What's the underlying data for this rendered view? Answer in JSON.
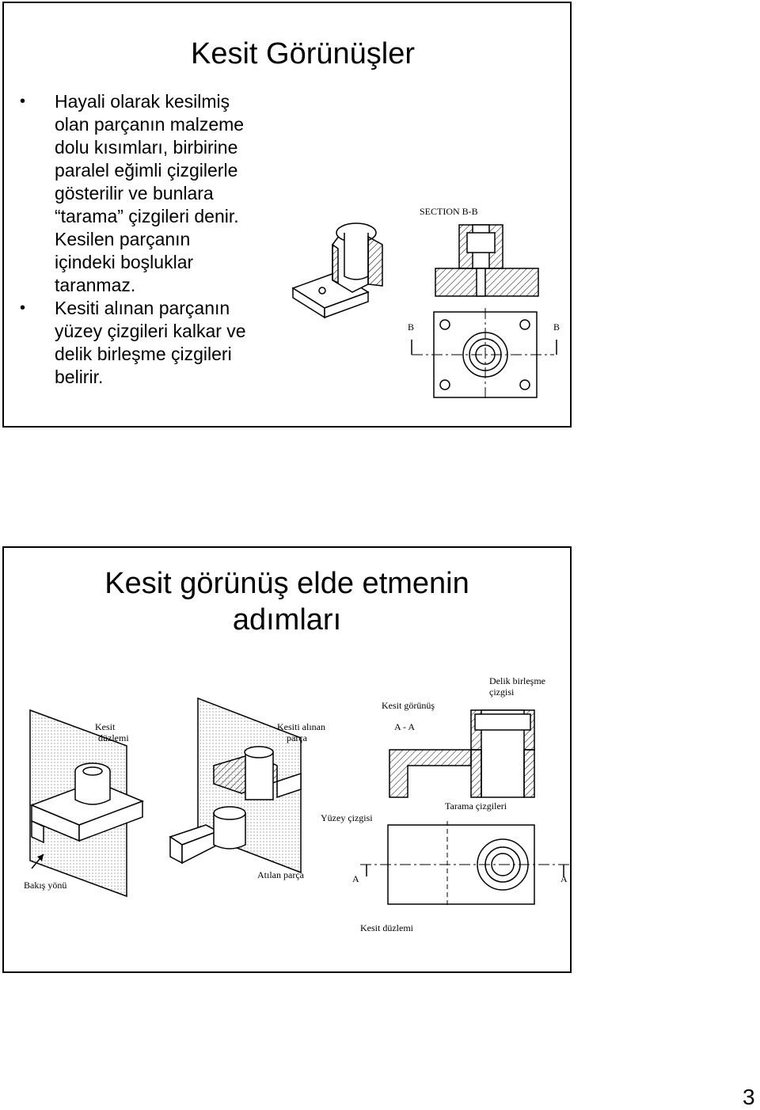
{
  "slide1": {
    "title": "Kesit Görünüşler",
    "bullets": [
      {
        "lines": [
          "Hayali olarak kesilmiş",
          "olan parçanın malzeme",
          "dolu kısımları, birbirine",
          "paralel eğimli çizgilerle",
          "gösterilir ve bunlara",
          "“tarama” çizgileri denir.",
          "Kesilen parçanın",
          "içindeki boşluklar",
          "taranmaz."
        ]
      },
      {
        "lines": [
          "Kesiti alınan parçanın",
          "yüzey çizgileri kalkar ve",
          "delik birleşme çizgileri",
          "belirir."
        ]
      }
    ],
    "drawing": {
      "section_label": "SECTION B-B",
      "plane_marker": "B"
    }
  },
  "slide2": {
    "title_lines": [
      "Kesit görünüş elde etmenin",
      "adımları"
    ],
    "labels": {
      "kesit_duzlemi": [
        "Kesit",
        "düzlemi"
      ],
      "kesiti_alinan": [
        "Kesiti alınan",
        "parça"
      ],
      "kesit_gorunus": "Kesit görünüş",
      "aa": "A - A",
      "delik_birlesme": [
        "Delik birleşme",
        "çizgisi"
      ],
      "tarama": "Tarama çizgileri",
      "yuzey": "Yüzey çizgisi",
      "atilan": "Atılan parça",
      "bakis": "Bakış yönü",
      "kesit_duzlemi_bottom": "Kesit düzlemi",
      "plane_marker": "A"
    }
  },
  "page_number": "3"
}
